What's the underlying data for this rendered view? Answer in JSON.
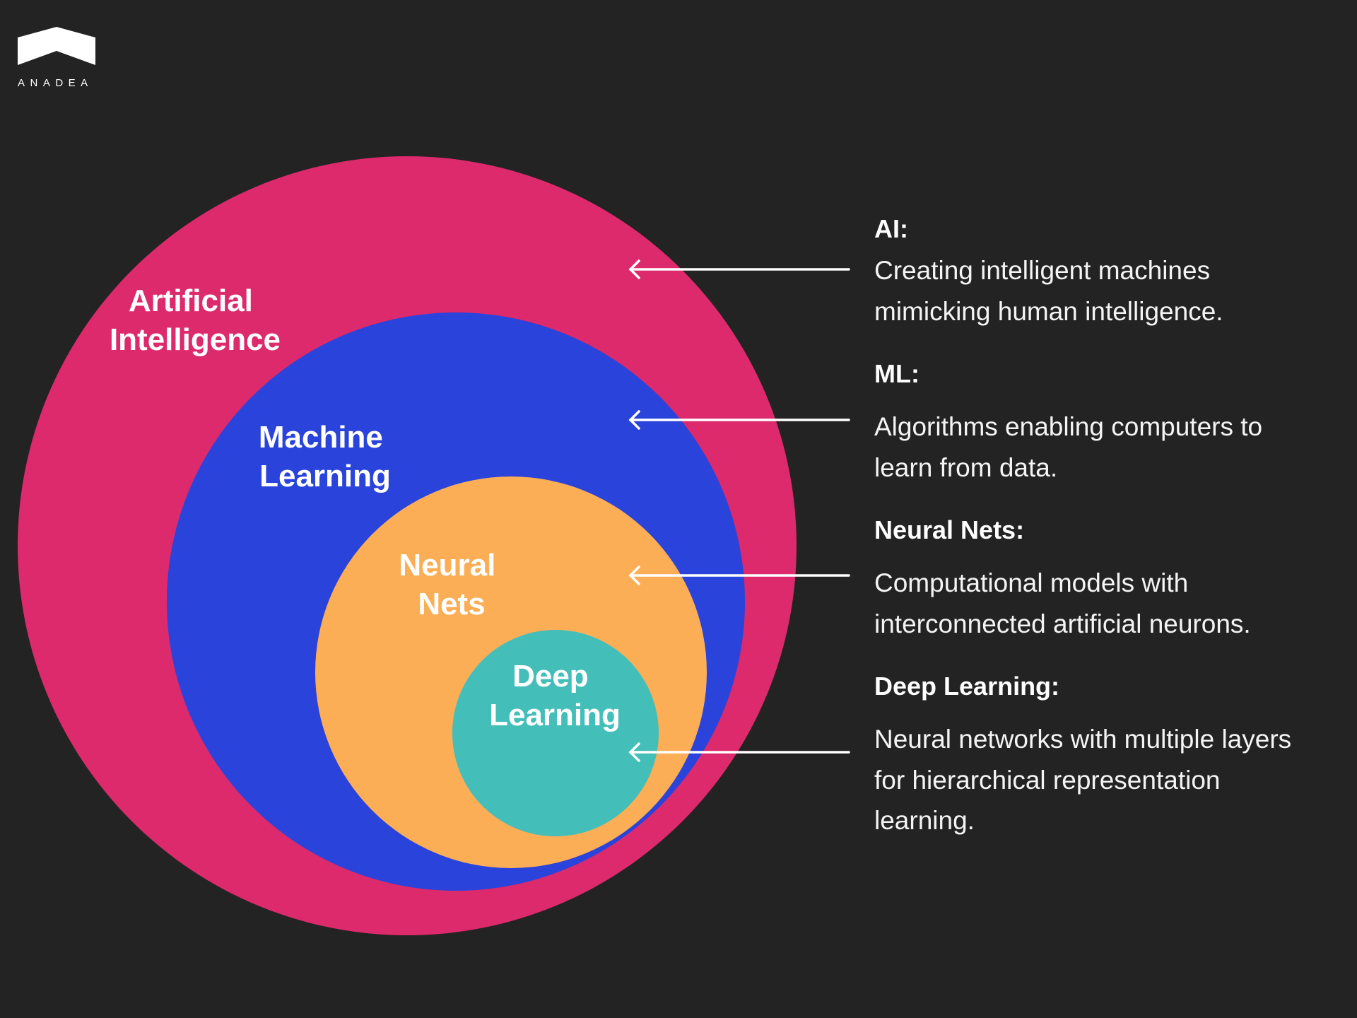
{
  "brand": {
    "name": "ANADEA",
    "logo_icon": "chevron-roof-logo",
    "logo_color": "#ffffff"
  },
  "background_color": "#232323",
  "circles": [
    {
      "id": "ai",
      "label_lines": [
        "Artificial",
        "Intelligence"
      ],
      "color": "#DC2A6C"
    },
    {
      "id": "ml",
      "label_lines": [
        "Machine",
        "Learning"
      ],
      "color": "#2A43DB"
    },
    {
      "id": "nn",
      "label_lines": [
        "Neural",
        "Nets"
      ],
      "color": "#FBAE56"
    },
    {
      "id": "dl",
      "label_lines": [
        "Deep",
        "Learning"
      ],
      "color": "#44BEB9"
    }
  ],
  "descriptions": [
    {
      "id": "ai",
      "title": "AI:",
      "lines": [
        "Creating intelligent machines",
        "mimicking human intelligence."
      ]
    },
    {
      "id": "ml",
      "title": "ML:",
      "lines": [
        "Algorithms enabling computers to",
        "learn from data."
      ]
    },
    {
      "id": "nn",
      "title": "Neural Nets:",
      "lines": [
        "Computational models with",
        "interconnected artificial neurons."
      ]
    },
    {
      "id": "dl",
      "title": "Deep Learning:",
      "lines": [
        "Neural networks with multiple layers",
        "for hierarchical representation",
        "learning."
      ]
    }
  ],
  "arrow_icon": "arrow-left-icon",
  "arrow_color": "#ffffff"
}
